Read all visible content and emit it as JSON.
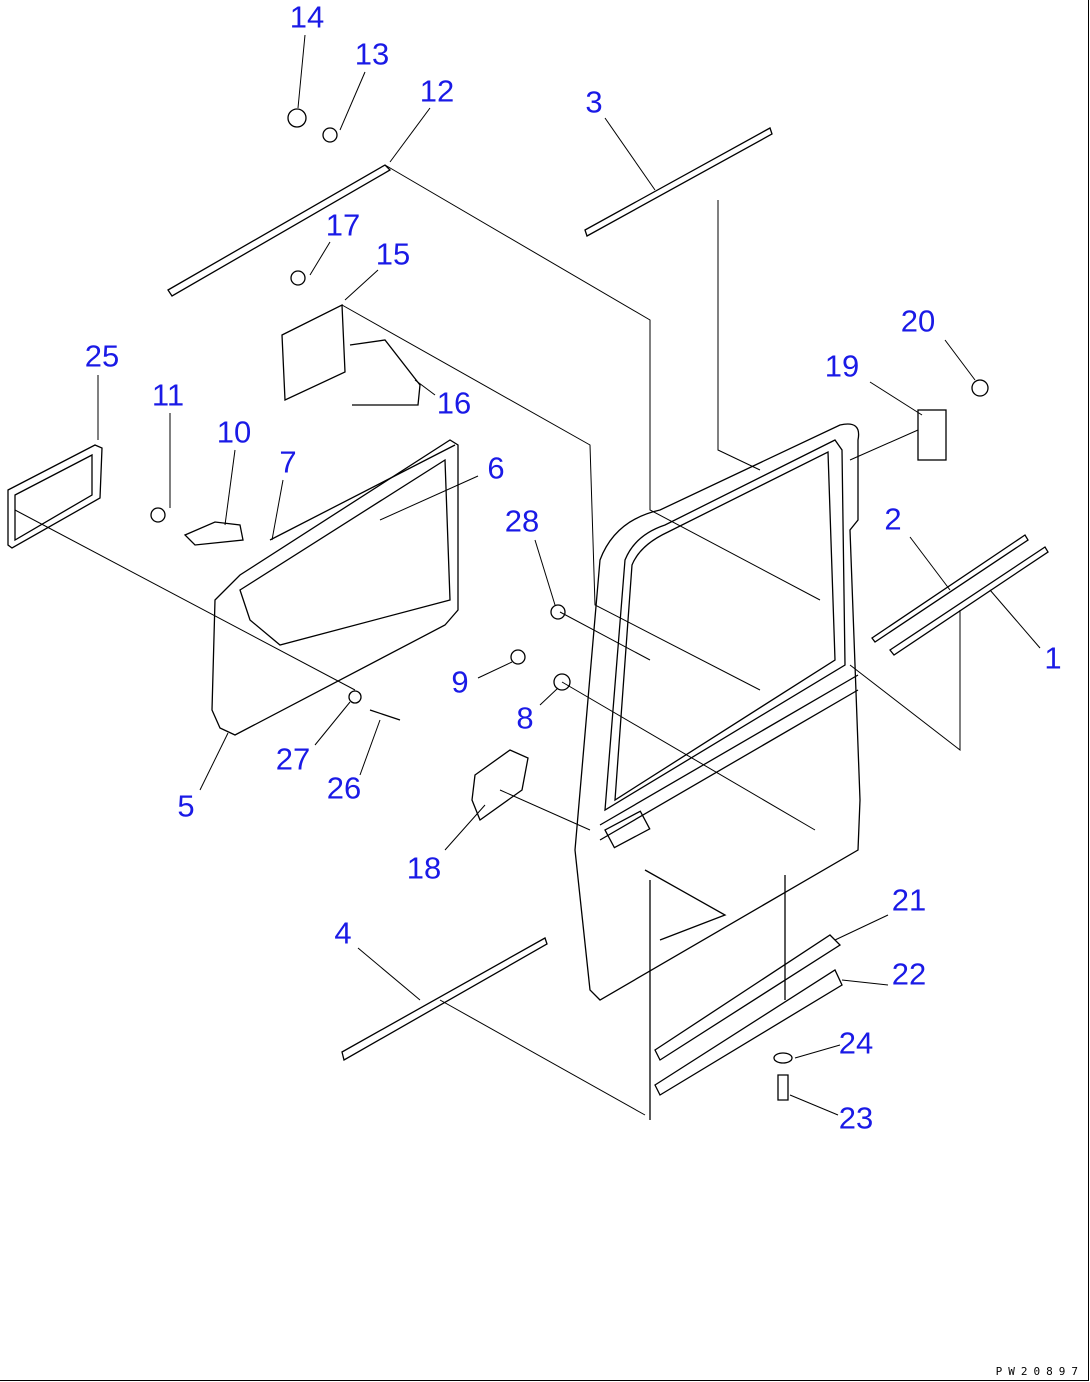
{
  "diagram": {
    "drawing_code": "PW20897",
    "callouts": [
      "14",
      "13",
      "12",
      "3",
      "17",
      "15",
      "20",
      "25",
      "19",
      "11",
      "16",
      "10",
      "7",
      "6",
      "2",
      "28",
      "1",
      "9",
      "8",
      "27",
      "26",
      "5",
      "18",
      "21",
      "4",
      "22",
      "24",
      "23"
    ],
    "label_color": "#1a1ae6"
  }
}
